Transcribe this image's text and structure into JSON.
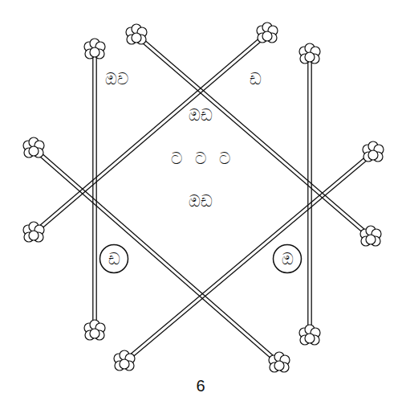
{
  "diagram": {
    "caption": "6",
    "nodes": [
      {
        "text": [
          "ඩ"
        ]
      },
      {
        "text": [
          "ඔ"
        ]
      }
    ],
    "labels": [
      "ඔව",
      "ඩ",
      "ඔඩ",
      "ට ට ට",
      "ඔඩ"
    ]
  }
}
